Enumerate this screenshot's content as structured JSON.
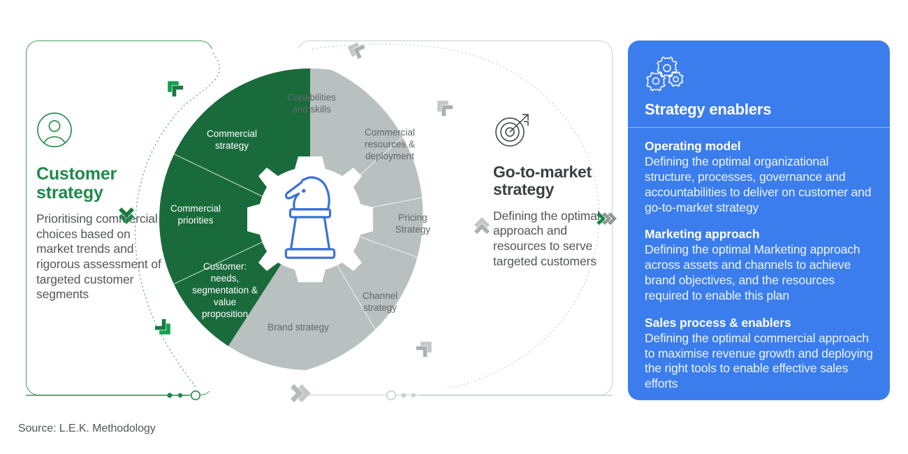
{
  "left_panel": {
    "icon": "user-circle-icon",
    "title": "Customer strategy",
    "title_line1": "Customer",
    "title_line2": "strategy",
    "body": "Prioritising commercial choices based on market trends and rigorous assessment of targeted customer segments",
    "accent_color": "#1d8a4a"
  },
  "wheel": {
    "center_icon": "chess-knight-gear-icon",
    "green_color": "#1a6b3c",
    "gray_color": "#b9c0c0",
    "green_segments": [
      {
        "label": "Commercial strategy",
        "lines": [
          "Commercial",
          "strategy"
        ]
      },
      {
        "label": "Commercial priorities",
        "lines": [
          "Commercial",
          "priorities"
        ]
      },
      {
        "label": "Customer: needs, segmentation & value proposition",
        "lines": [
          "Customer:",
          "needs,",
          "segmentation &",
          "value",
          "proposition"
        ]
      }
    ],
    "gray_segments": [
      {
        "label": "Capabilities and skills",
        "lines": [
          "Capabilities",
          "and skills"
        ]
      },
      {
        "label": "Commercial resources & deployment",
        "lines": [
          "Commercial",
          "resources &",
          "deployment"
        ]
      },
      {
        "label": "Pricing Strategy",
        "lines": [
          "Pricing",
          "Strategy"
        ]
      },
      {
        "label": "Channel strategy",
        "lines": [
          "Channel",
          "strategy"
        ]
      },
      {
        "label": "Brand strategy",
        "lines": [
          "Brand strategy"
        ]
      }
    ]
  },
  "gtm_panel": {
    "icon": "target-arrow-icon",
    "title_line1": "Go-to-market",
    "title_line2": "strategy",
    "title": "Go-to-market strategy",
    "body": "Defining the optimal approach and resources to serve targeted customers"
  },
  "blue_panel": {
    "icon": "gears-icon",
    "title": "Strategy enablers",
    "background_color": "#3b7ded",
    "items": [
      {
        "heading": "Operating model",
        "text": "Defining the optimal organizational structure, processes, governance and accountabilities to deliver on customer and go-to-market strategy"
      },
      {
        "heading": "Marketing approach",
        "text": "Defining the optimal Marketing approach across assets and channels to achieve brand objectives, and the resources required to enable this plan"
      },
      {
        "heading": "Sales process & enablers",
        "text": "Defining the optimal commercial approach to maximise revenue growth and deploying the right tools to enable effective sales efforts"
      }
    ]
  },
  "footer": {
    "source": "Source: L.E.K. Methodology"
  }
}
